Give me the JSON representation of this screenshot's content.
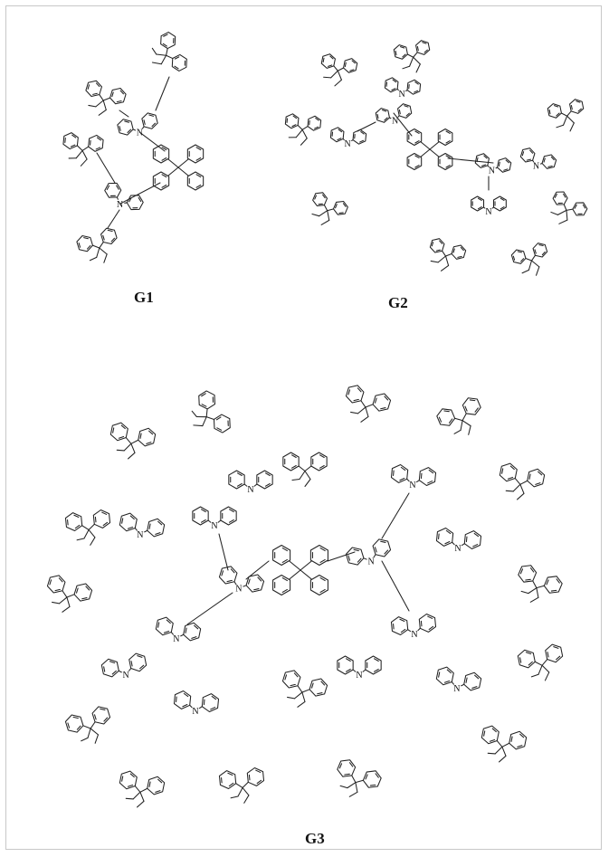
{
  "figure": {
    "structures": [
      {
        "id": "g1",
        "label": "G1",
        "atom_label": "N"
      },
      {
        "id": "g2",
        "label": "G2",
        "atom_label": "N"
      },
      {
        "id": "g3",
        "label": "G3",
        "atom_label": "N"
      }
    ]
  }
}
